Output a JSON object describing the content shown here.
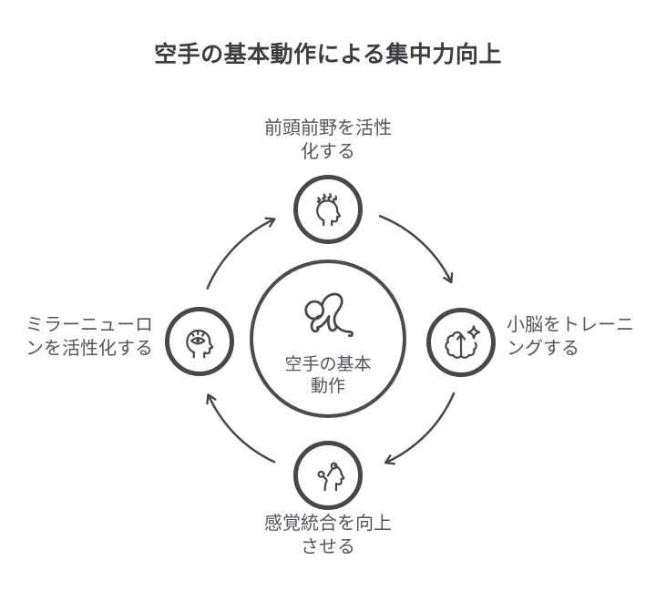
{
  "title": "空手の基本動作による集中力向上",
  "center": {
    "label_lines": [
      "空手の基本",
      "動作"
    ],
    "icon": "karate-person-icon"
  },
  "nodes": {
    "top": {
      "label_lines": [
        "前頭前野を活性",
        "化する"
      ],
      "icon": "prefrontal-activation-icon"
    },
    "right": {
      "label_lines": [
        "小脳をトレーニ",
        "ングする"
      ],
      "icon": "cerebellum-training-icon"
    },
    "bottom": {
      "label_lines": [
        "感覚統合を向上",
        "させる"
      ],
      "icon": "sensory-integration-icon"
    },
    "left": {
      "label_lines": [
        "ミラーニューロ",
        "ンを活性化する"
      ],
      "icon": "mirror-neuron-icon"
    }
  },
  "flow": {
    "direction": "clockwise",
    "sequence": [
      "top",
      "right",
      "bottom",
      "left"
    ]
  },
  "colors": {
    "background": "#ffffff",
    "stroke": "#47484a",
    "title_text": "#3b3d40",
    "label_text": "#53565b"
  }
}
